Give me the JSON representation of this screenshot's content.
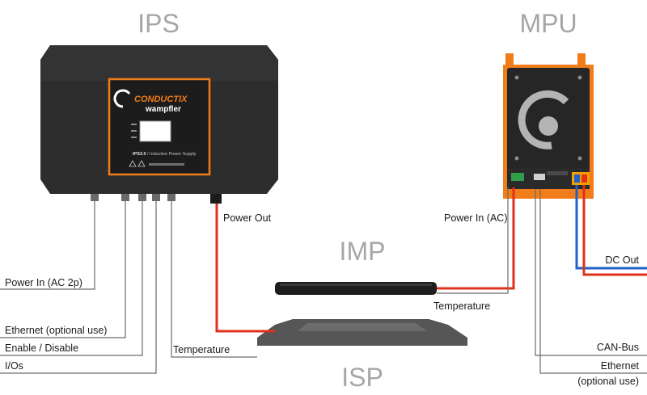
{
  "titles": {
    "ips": "IPS",
    "mpu": "MPU",
    "imp": "IMP",
    "isp": "ISP"
  },
  "device": {
    "brand": "CONDUCTIX",
    "sub_brand": "wampfler",
    "model": "IPS3.0",
    "model_desc": "/ Inductive Power Supply"
  },
  "labels": {
    "power_out": "Power Out",
    "power_in_ac_2p": "Power In (AC 2p)",
    "ethernet_optional": "Ethernet (optional use)",
    "enable_disable": "Enable / Disable",
    "ios": "I/Os",
    "temperature_left": "Temperature",
    "temperature_imp": "Temperature",
    "power_in_ac": "Power In (AC)",
    "dc_out": "DC Out",
    "can_bus": "CAN-Bus",
    "ethernet": "Ethernet",
    "optional_use": "(optional use)"
  },
  "colors": {
    "title_gray": "#a6a6a6",
    "power_red": "#e0301e",
    "dc_blue": "#1f63c7",
    "accent_orange": "#f07d1a",
    "device_dark": "#2b2b2b",
    "pad_gray": "#555555"
  }
}
